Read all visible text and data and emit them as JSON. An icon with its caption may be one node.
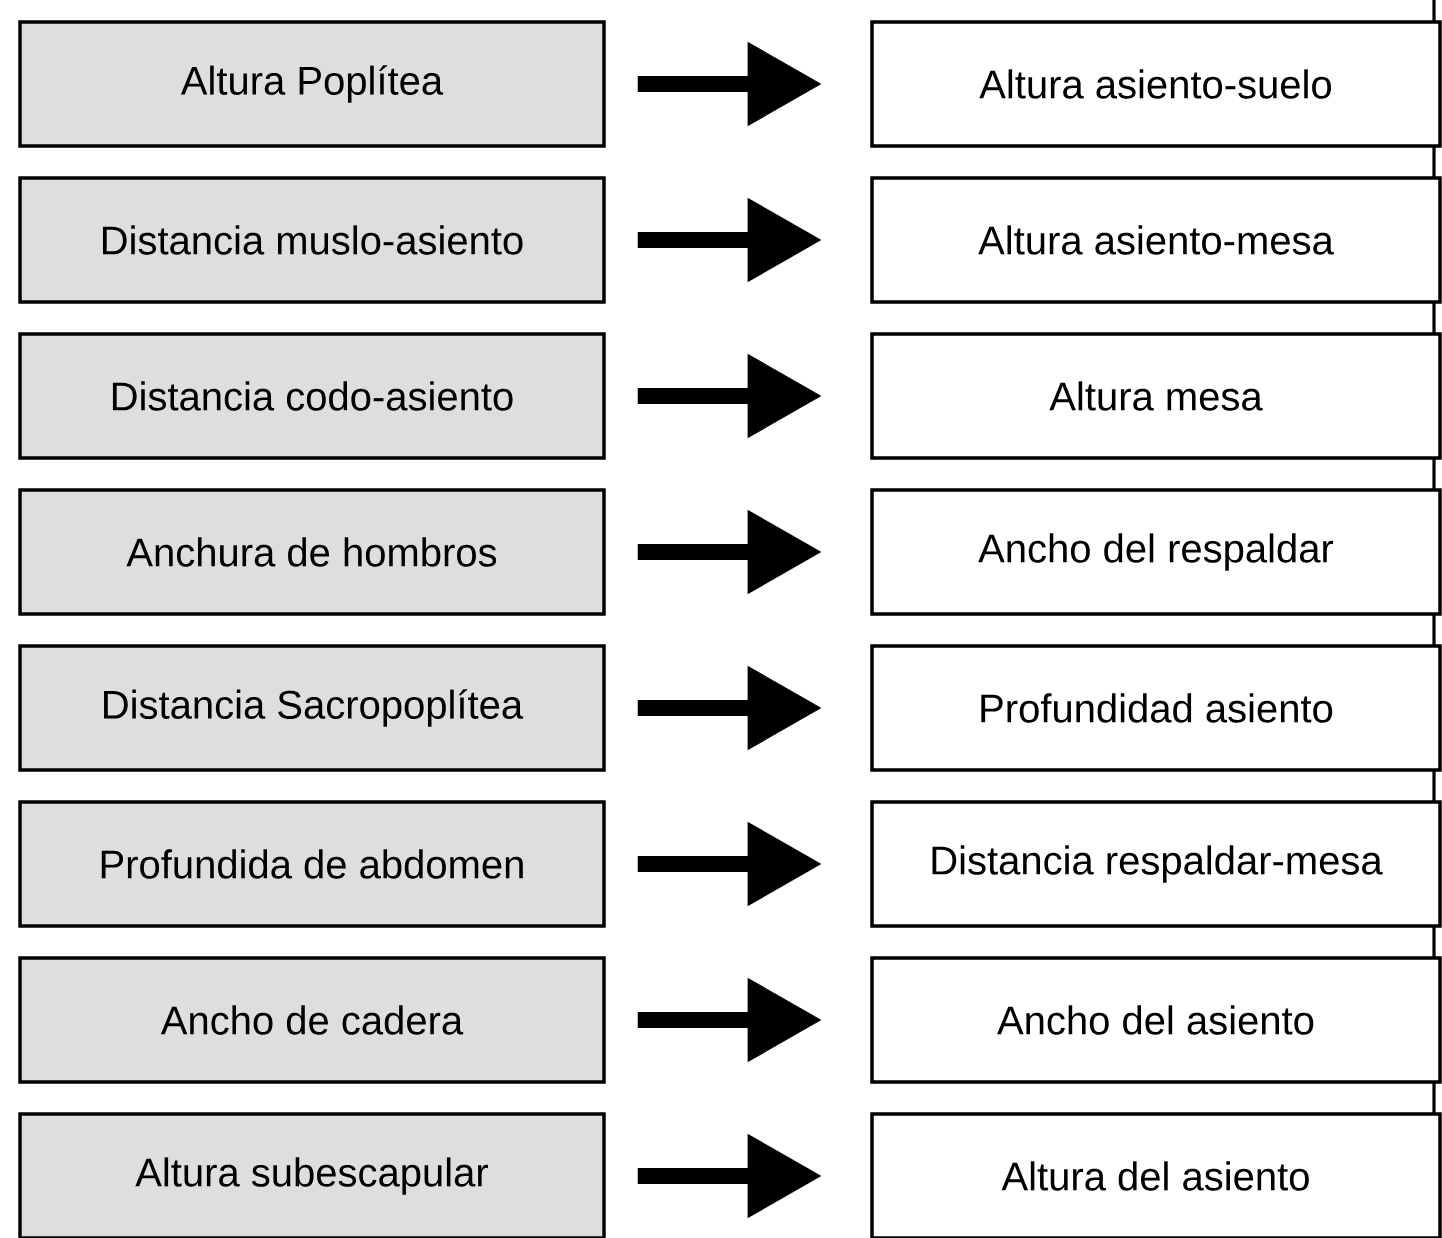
{
  "diagram": {
    "nodes": [
      {
        "text": [
          "Altura Poplítea"
        ]
      },
      {
        "text": [
          "Distancia muslo-asiento"
        ]
      },
      {
        "text": [
          "Distancia codo-asiento"
        ]
      },
      {
        "text": [
          "Anchura de hombros"
        ]
      },
      {
        "text": [
          "Distancia Sacropoplítea"
        ]
      },
      {
        "text": [
          "Profundida de abdomen"
        ]
      },
      {
        "text": [
          "Ancho de cadera"
        ]
      },
      {
        "text": [
          "Altura subescapular"
        ]
      },
      {
        "text": [
          "Altura asiento-suelo"
        ]
      },
      {
        "text": [
          "Altura asiento-mesa"
        ]
      },
      {
        "text": [
          "Altura mesa"
        ]
      },
      {
        "text": [
          "Ancho del respaldar"
        ]
      },
      {
        "text": [
          "Profundidad asiento"
        ]
      },
      {
        "text": [
          "Distancia respaldar-mesa"
        ]
      },
      {
        "text": [
          "Ancho del asiento"
        ]
      },
      {
        "text": [
          "Altura del asiento"
        ]
      }
    ],
    "edges": [
      {
        "from": 0,
        "to": 8,
        "arrow": "to"
      },
      {
        "from": 1,
        "to": 9,
        "arrow": "to"
      },
      {
        "from": 2,
        "to": 10,
        "arrow": "to"
      },
      {
        "from": 3,
        "to": 11,
        "arrow": "to"
      },
      {
        "from": 4,
        "to": 12,
        "arrow": "to"
      },
      {
        "from": 5,
        "to": 13,
        "arrow": "to"
      },
      {
        "from": 6,
        "to": 14,
        "arrow": "to"
      },
      {
        "from": 7,
        "to": 15,
        "arrow": "to"
      }
    ]
  }
}
